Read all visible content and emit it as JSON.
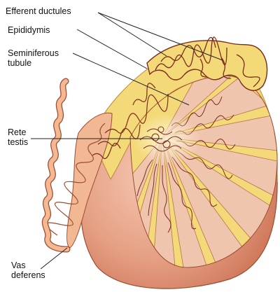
{
  "labels": {
    "efferent_ductules": "Efferent ductules",
    "epididymis": "Epididymis",
    "seminiferous_tubule_line1": "Seminiferous",
    "seminiferous_tubule_line2": "tubule",
    "rete_testis_line1": "Rete",
    "rete_testis_line2": "testis",
    "vas_deferens_line1": "Vas",
    "vas_deferens_line2": "deferens"
  },
  "colors": {
    "tunica": "#f3d977",
    "testis_body": "#e5a78b",
    "testis_shadow": "#c7684a",
    "lobule_fill": "#f1c9b3",
    "tubule_stroke": "#7a2b1a",
    "duct_fill": "#f1b08d",
    "outline": "#8a4a2a",
    "leader_line": "#222222"
  }
}
